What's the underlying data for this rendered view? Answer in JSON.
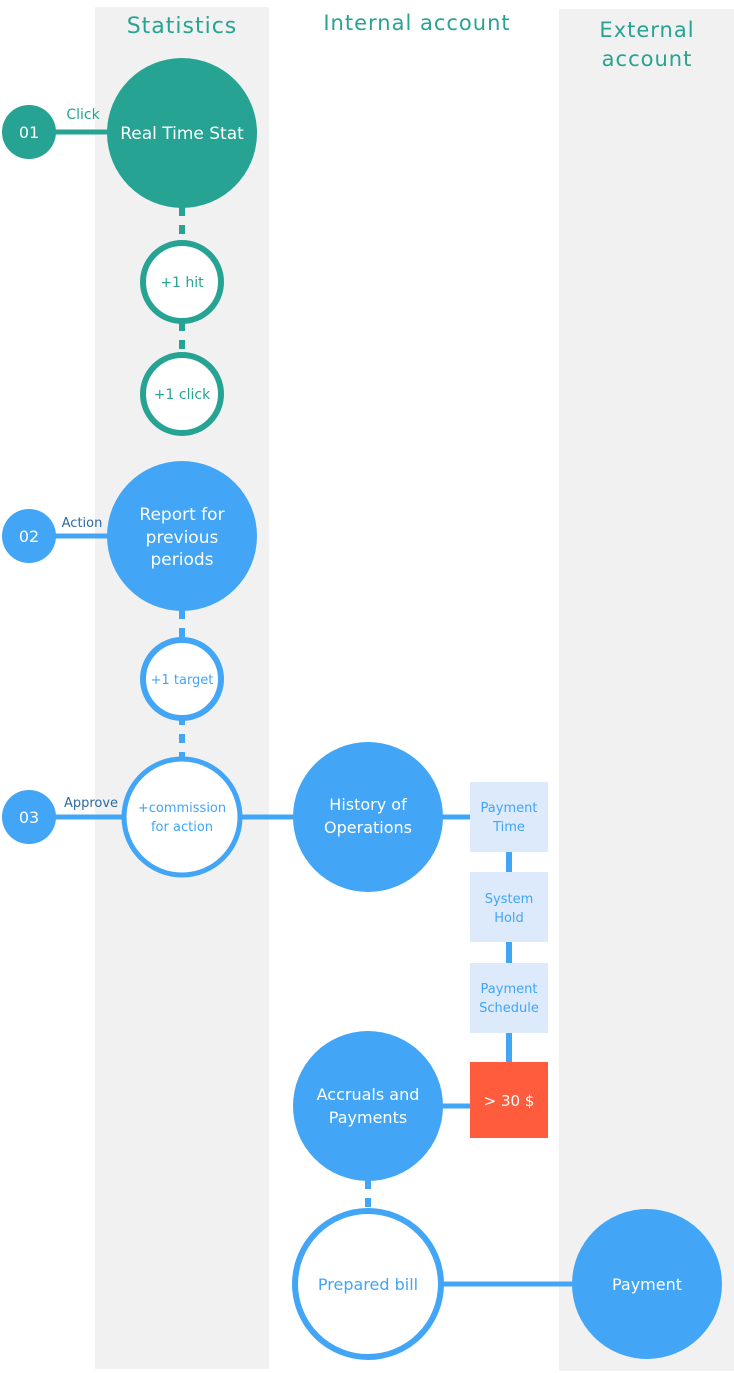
{
  "columns": {
    "statistics": "Statistics",
    "internal_line1": "Internal account",
    "external_line1": "External",
    "external_line2": "account"
  },
  "steps": [
    {
      "number": "01",
      "label": "Click"
    },
    {
      "number": "02",
      "label": "Action"
    },
    {
      "number": "03",
      "label": "Approve"
    }
  ],
  "nodes": {
    "real_time_stat": "Real Time Stat",
    "hit": "+1 hit",
    "click": "+1 click",
    "report_line1": "Report for",
    "report_line2": "previous",
    "report_line3": "periods",
    "target": "+1 target",
    "commission_line1": "+commission",
    "commission_line2": "for action",
    "history_line1": "History of",
    "history_line2": "Operations",
    "payment_time_line1": "Payment",
    "payment_time_line2": "Time",
    "system_hold_line1": "System",
    "system_hold_line2": "Hold",
    "payment_schedule_line1": "Payment",
    "payment_schedule_line2": "Schedule",
    "threshold": "> 30 $",
    "accruals_line1": "Accruals and",
    "accruals_line2": "Payments",
    "prepared_bill": "Prepared bill",
    "payment": "Payment"
  },
  "colors": {
    "teal": "#26a392",
    "blue": "#42a5f5",
    "column_bg": "#f1f1f1",
    "box_bg": "#dceafc",
    "threshold_bg": "#ff5c3d",
    "white": "#ffffff"
  }
}
